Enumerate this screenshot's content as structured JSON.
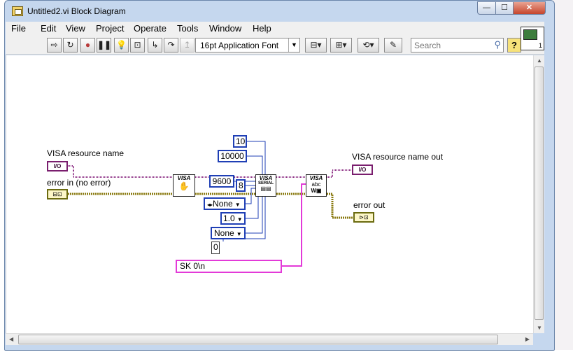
{
  "window": {
    "title": "Untitled2.vi Block Diagram",
    "min_label": "—",
    "max_label": "☐",
    "close_label": "✕"
  },
  "menu": [
    "File",
    "Edit",
    "View",
    "Project",
    "Operate",
    "Tools",
    "Window",
    "Help"
  ],
  "toolbar": {
    "font": "16pt Application Font",
    "search_placeholder": "Search",
    "help_label": "?"
  },
  "vi_icon": {
    "number": "1"
  },
  "diagram": {
    "visa_in_label": "VISA resource name",
    "visa_in_text": "I/O",
    "error_in_label": "error in (no error)",
    "visa_out_label": "VISA resource name out",
    "visa_out_text": "I/O",
    "error_out_label": "error out",
    "constants": {
      "timeout": "10",
      "timeout2": "10000",
      "baud": "9600",
      "data_bits": "8",
      "parity": "None",
      "stop_bits": "1.0",
      "flow": "None",
      "zero": "0"
    },
    "string_const": "SK 0\\n",
    "subvi_open": "VISA",
    "subvi_serial": "VISA",
    "subvi_serial_sub": "SERIAL",
    "subvi_write": "VISA",
    "subvi_write_sub": "abc"
  }
}
